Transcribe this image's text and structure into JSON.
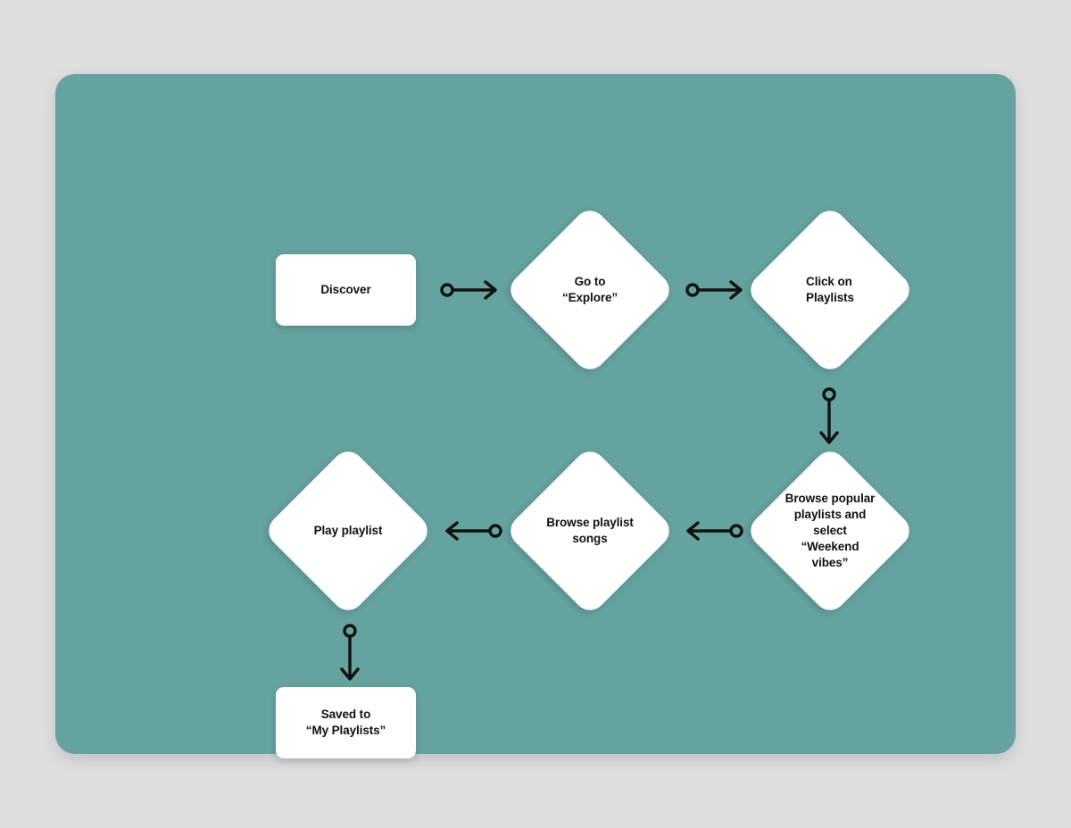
{
  "canvas": {
    "background_color": "#dedede",
    "board_color": "#65a3a0"
  },
  "diagram": {
    "type": "flowchart",
    "title": "",
    "node_fill_color": "#ffffff",
    "text_color": "#111111",
    "connector_color": "#111111",
    "nodes": [
      {
        "id": "discover",
        "shape": "rectangle",
        "label": "Discover"
      },
      {
        "id": "explore",
        "shape": "diamond",
        "label": "Go to\n“Explore”"
      },
      {
        "id": "click_playlists",
        "shape": "diamond",
        "label": "Click on\nPlaylists"
      },
      {
        "id": "browse_popular",
        "shape": "diamond",
        "label": "Browse popular\nplaylists and select\n“Weekend vibes”"
      },
      {
        "id": "browse_songs",
        "shape": "diamond",
        "label": "Browse playlist\nsongs"
      },
      {
        "id": "play_playlist",
        "shape": "diamond",
        "label": "Play playlist"
      },
      {
        "id": "saved_playlists",
        "shape": "rectangle",
        "label": "Saved to\n“My Playlists”"
      }
    ],
    "edges": [
      {
        "id": "discover_to_explore",
        "from": "discover",
        "to": "explore",
        "direction": "right",
        "start_marker": "circle",
        "end_marker": "arrow"
      },
      {
        "id": "explore_to_click",
        "from": "explore",
        "to": "click_playlists",
        "direction": "right",
        "start_marker": "circle",
        "end_marker": "arrow"
      },
      {
        "id": "click_to_popular",
        "from": "click_playlists",
        "to": "browse_popular",
        "direction": "down",
        "start_marker": "circle",
        "end_marker": "arrow"
      },
      {
        "id": "popular_to_songs",
        "from": "browse_popular",
        "to": "browse_songs",
        "direction": "left",
        "start_marker": "circle",
        "end_marker": "arrow"
      },
      {
        "id": "songs_to_play",
        "from": "browse_songs",
        "to": "play_playlist",
        "direction": "left",
        "start_marker": "circle",
        "end_marker": "arrow"
      },
      {
        "id": "play_to_saved",
        "from": "play_playlist",
        "to": "saved_playlists",
        "direction": "down",
        "start_marker": "circle",
        "end_marker": "arrow"
      }
    ]
  }
}
